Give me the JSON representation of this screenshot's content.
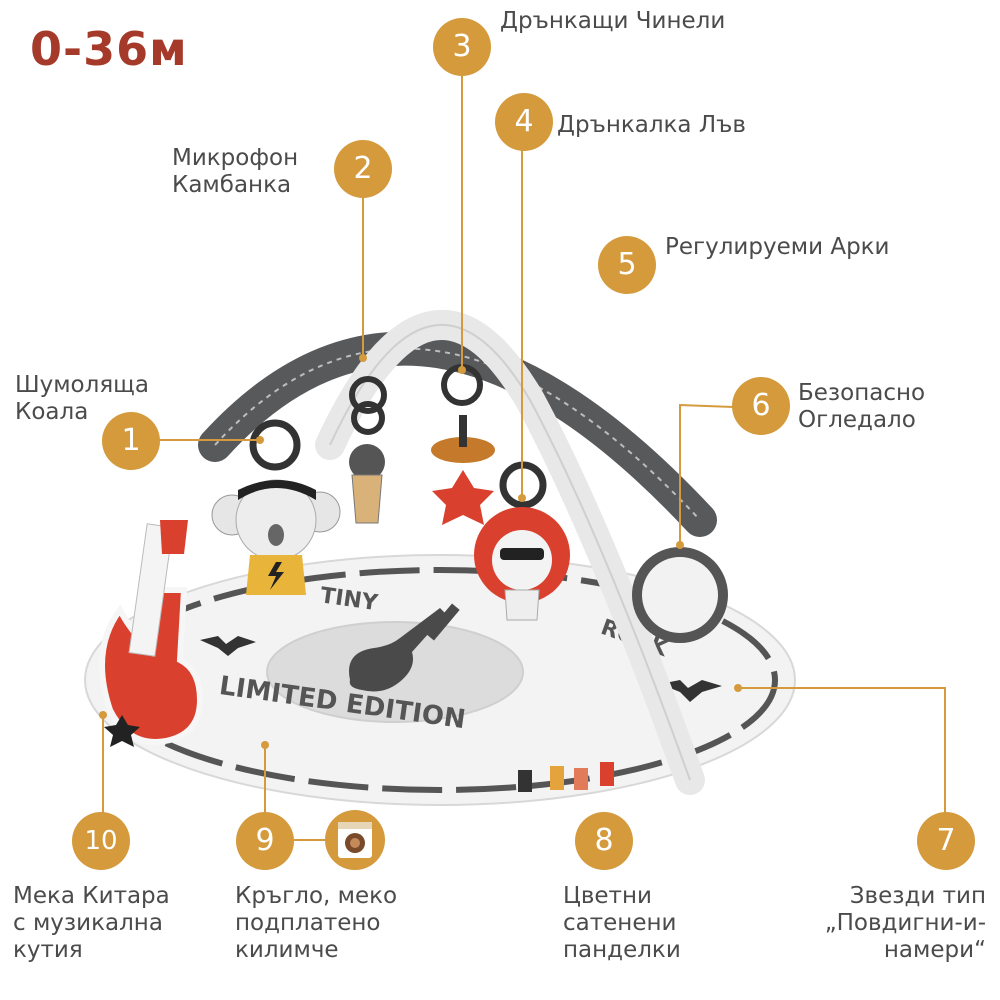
{
  "age_range": "0-36м",
  "callouts": [
    {
      "number": "1",
      "label_line1": "Шумоляща",
      "label_line2": "Коала"
    },
    {
      "number": "2",
      "label_line1": "Микрофон",
      "label_line2": "Камбанка"
    },
    {
      "number": "3",
      "label_line1": "Дрънкащи Чинели"
    },
    {
      "number": "4",
      "label_line1": "Дрънкалка Лъв"
    },
    {
      "number": "5",
      "label_line1": "Регулируеми Арки"
    },
    {
      "number": "6",
      "label_line1": "Безопасно",
      "label_line2": "Огледало"
    },
    {
      "number": "7",
      "label_line1": "Звезди тип",
      "label_line2": "„Повдигни-и-",
      "label_line3": "намери“"
    },
    {
      "number": "8",
      "label_line1": "Цветни",
      "label_line2": "сатенени",
      "label_line3": "панделки"
    },
    {
      "number": "9",
      "label_line1": "Кръгло, меко",
      "label_line2": "подплатено",
      "label_line3": "килимче",
      "icon": "washing-machine-icon"
    },
    {
      "number": "10",
      "label_line1": "Мека Китара",
      "label_line2": "с музикална",
      "label_line3": "кутия"
    }
  ],
  "mat_print": {
    "top_text": "TINY",
    "right_text": "ROCK",
    "bottom_text": "LIMITED EDITION"
  },
  "colors": {
    "accent": "#d49a3c",
    "age_text": "#a53a2a",
    "label_text": "#4b4b4b",
    "arch_dark": "#58595b",
    "arch_white": "#f2f2f2",
    "mat": "#f4f4f4",
    "guitar_red": "#d9412e"
  }
}
